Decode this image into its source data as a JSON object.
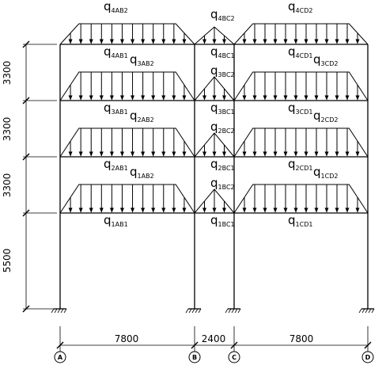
{
  "dimensions": {
    "story_heights": [
      "3300",
      "3300",
      "3300",
      "5500"
    ],
    "bay_widths": [
      "7800",
      "2400",
      "7800"
    ]
  },
  "axes": [
    "A",
    "B",
    "C",
    "D"
  ],
  "loads": {
    "floor4": {
      "ab2": "4AB2",
      "bc2": "4BC2",
      "cd2": "4CD2"
    },
    "floor3": {
      "ab1_top": "4AB1",
      "ab2": "3AB2",
      "bc1_top": "4BC1",
      "bc2": "3BC2",
      "cd1_top": "4CD1",
      "cd2": "3CD2"
    },
    "floor2": {
      "ab1_top": "3AB1",
      "ab2": "2AB2",
      "bc1_top": "3BC1",
      "bc2": "2BC2",
      "cd1_top": "3CD1",
      "cd2": "2CD2"
    },
    "floor1": {
      "ab1_top": "2AB1",
      "ab2": "1AB2",
      "bc1_top": "2BC1",
      "bc2": "1BC2",
      "cd1_top": "2CD1",
      "cd2": "1CD2"
    },
    "bottom": {
      "ab1": "1AB1",
      "bc1": "1BC1",
      "cd1": "1CD1"
    }
  },
  "q_symbol": "q"
}
